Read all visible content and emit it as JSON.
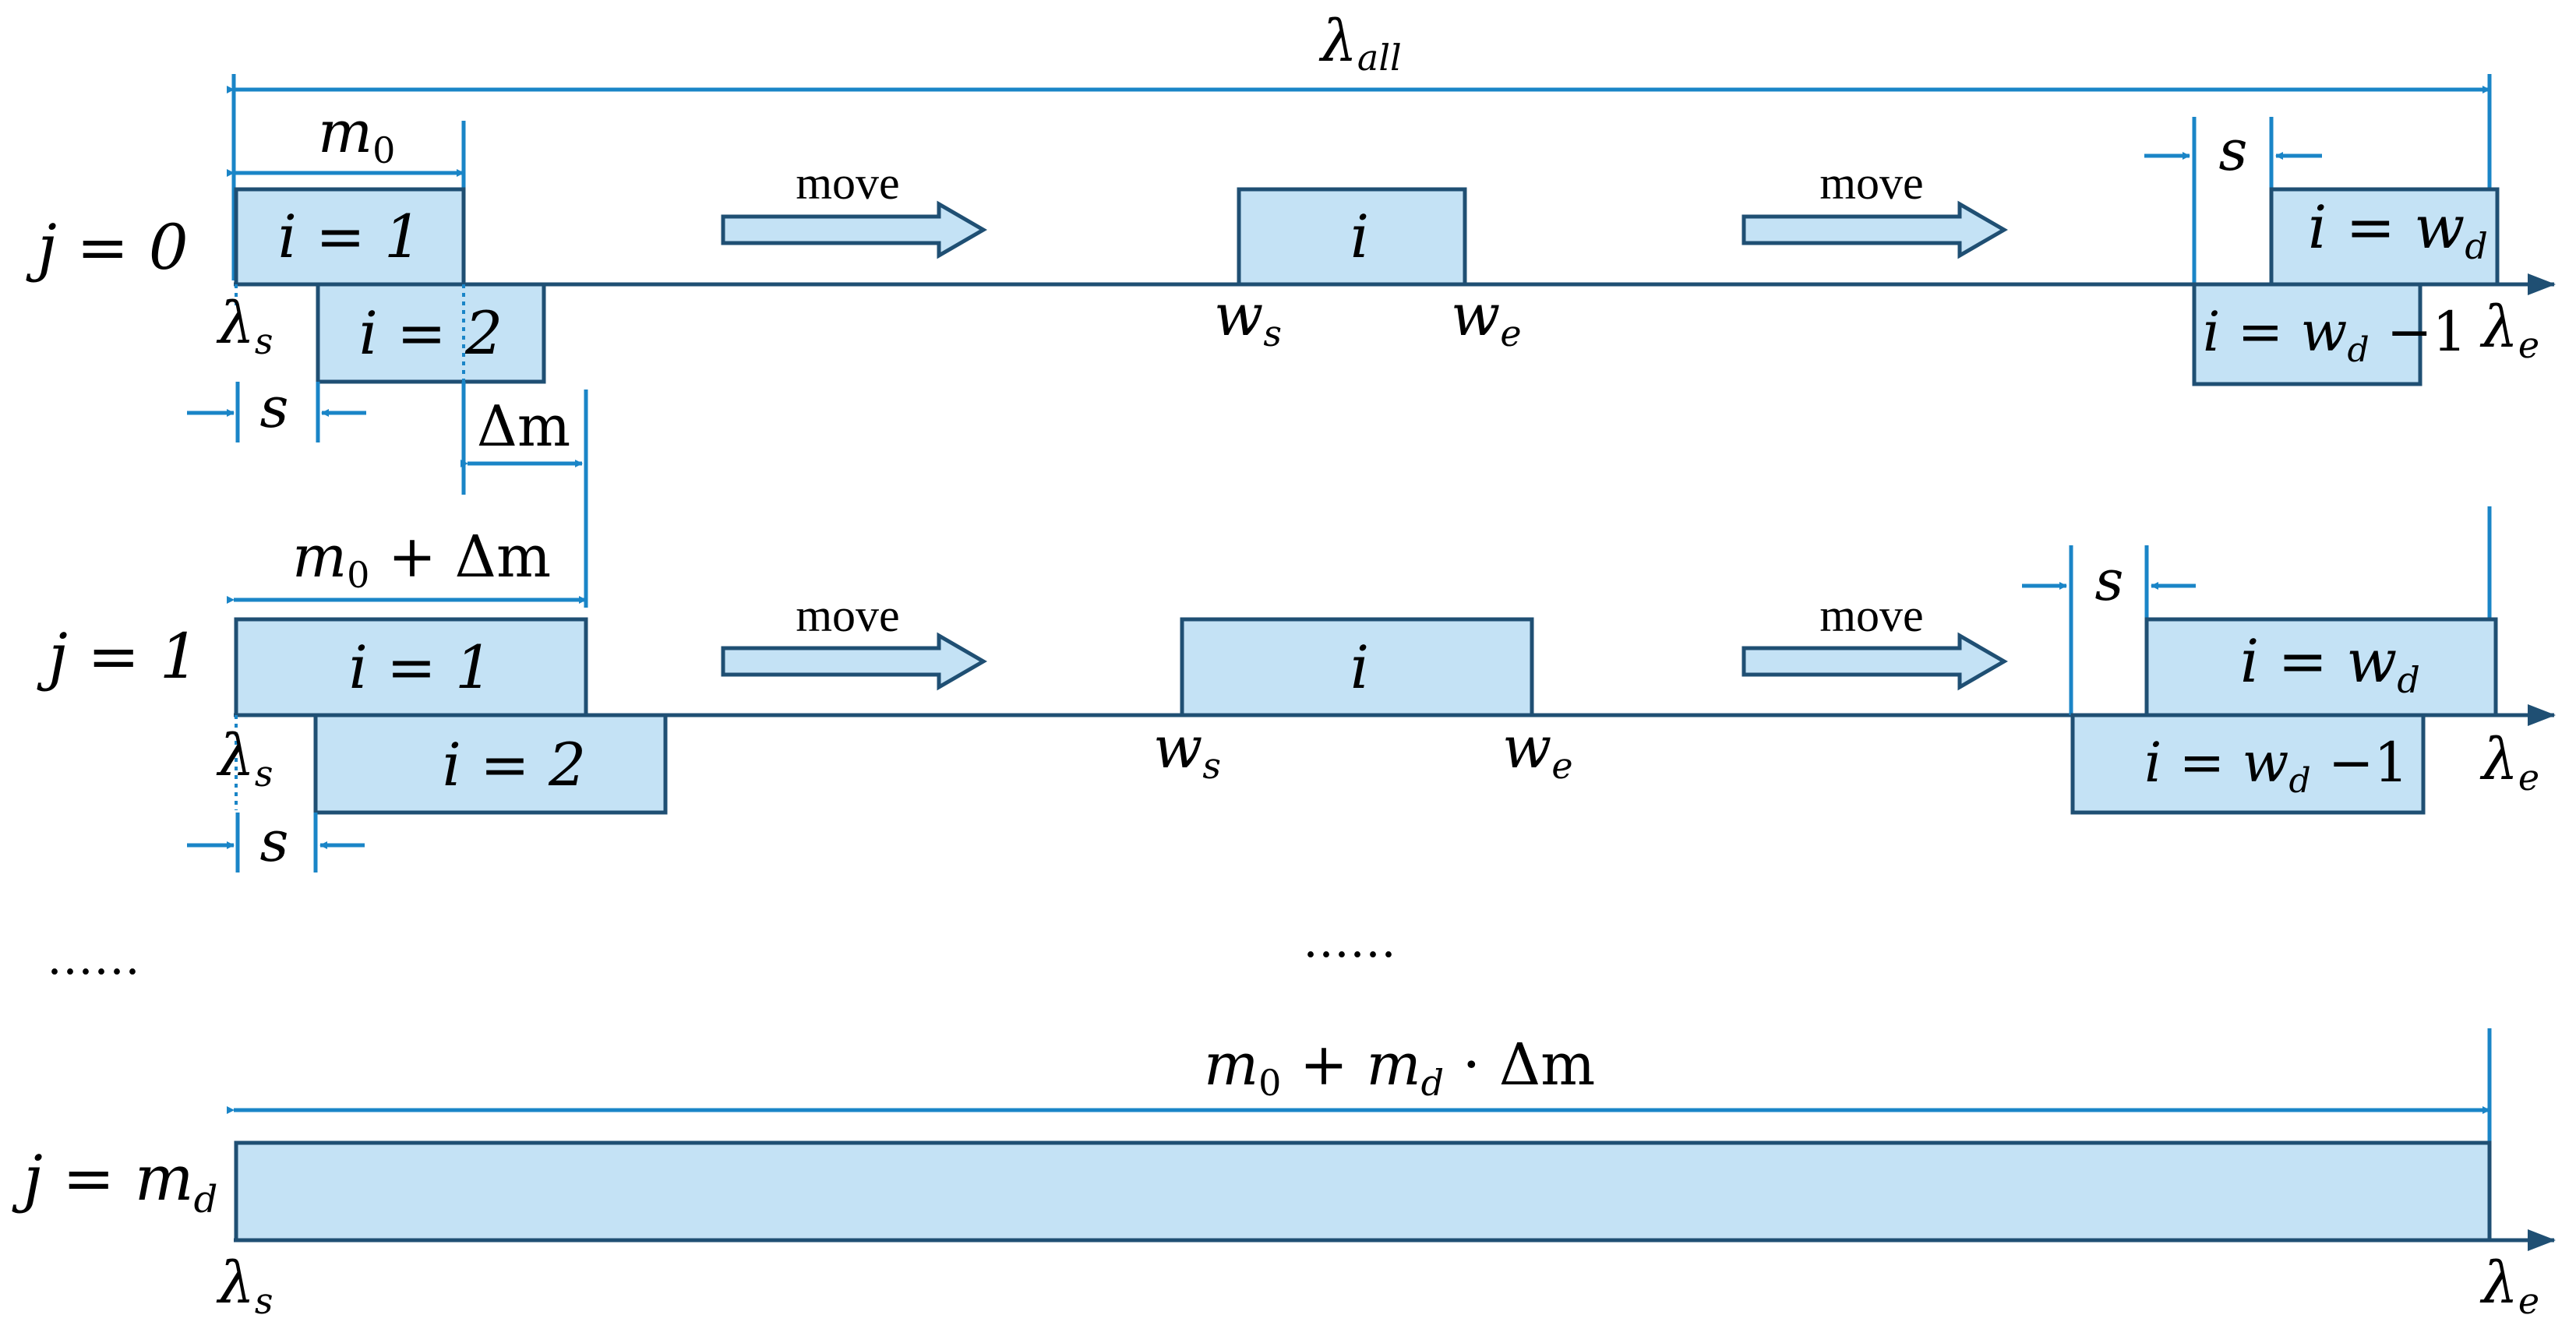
{
  "colors": {
    "box_fill": "#c4e2f5",
    "box_stroke": "#1f4f73",
    "dimension_line": "#1a85c7",
    "text": "#000000"
  },
  "top": {
    "lambda_all_main": "λ",
    "lambda_all_sub": "all"
  },
  "rows": [
    {
      "j_label": "j = 0",
      "box1_label": "i = 1",
      "box2_label": "i = 2",
      "mid_box_label": "i",
      "last_box_main": "i = w",
      "last_box_sub": "d",
      "prev_box_main": "i = w",
      "prev_box_sub": "d",
      "prev_box_tail": " −1",
      "width_label_main": "m",
      "width_label_sub": "0",
      "width_label_tail": "",
      "move1": "move",
      "move2": "move"
    },
    {
      "j_label": "j = 1",
      "box1_label": "i = 1",
      "box2_label": "i = 2",
      "mid_box_label": "i",
      "last_box_main": "i = w",
      "last_box_sub": "d",
      "prev_box_main": "i = w",
      "prev_box_sub": "d",
      "prev_box_tail": " −1",
      "width_label_main": "m",
      "width_label_sub": "0",
      "width_label_tail": " + Δm",
      "move1": "move",
      "move2": "move"
    }
  ],
  "last_row": {
    "j_main": "j = m",
    "j_sub": "d",
    "width_m": "m",
    "width_m_sub": "0",
    "width_plus": " + m",
    "width_md_sub": "d",
    "width_tail": " · Δm"
  },
  "axis_labels": {
    "lambda": "λ",
    "s_sub": "s",
    "e_sub": "e",
    "w": "w",
    "ws_sub": "s",
    "we_sub": "e"
  },
  "dims": {
    "s": "s",
    "delta_m": "Δm"
  },
  "ellipsis_left": "……",
  "ellipsis_center": "……"
}
